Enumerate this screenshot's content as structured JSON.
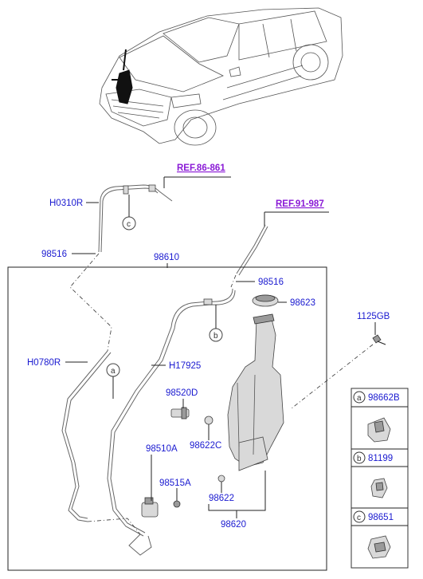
{
  "refs": {
    "ref1": "REF.86-861",
    "ref2": "REF.91-987"
  },
  "labels": {
    "h0310r": "H0310R",
    "p98516_left": "98516",
    "p98610": "98610",
    "p98516_right": "98516",
    "p98623": "98623",
    "p1125gb": "1125GB",
    "h0780r": "H0780R",
    "h17925": "H17925",
    "p98520d": "98520D",
    "p98510a": "98510A",
    "p98622c": "98622C",
    "p98515a": "98515A",
    "p98622": "98622",
    "p98620": "98620"
  },
  "callouts": {
    "a": "a",
    "b": "b",
    "c": "c"
  },
  "legend": [
    {
      "letter": "a",
      "part": "98662B"
    },
    {
      "letter": "b",
      "part": "81199"
    },
    {
      "letter": "c",
      "part": "98651"
    }
  ],
  "colors": {
    "part_label": "#1a1ad0",
    "ref_label": "#8a1ad6"
  }
}
